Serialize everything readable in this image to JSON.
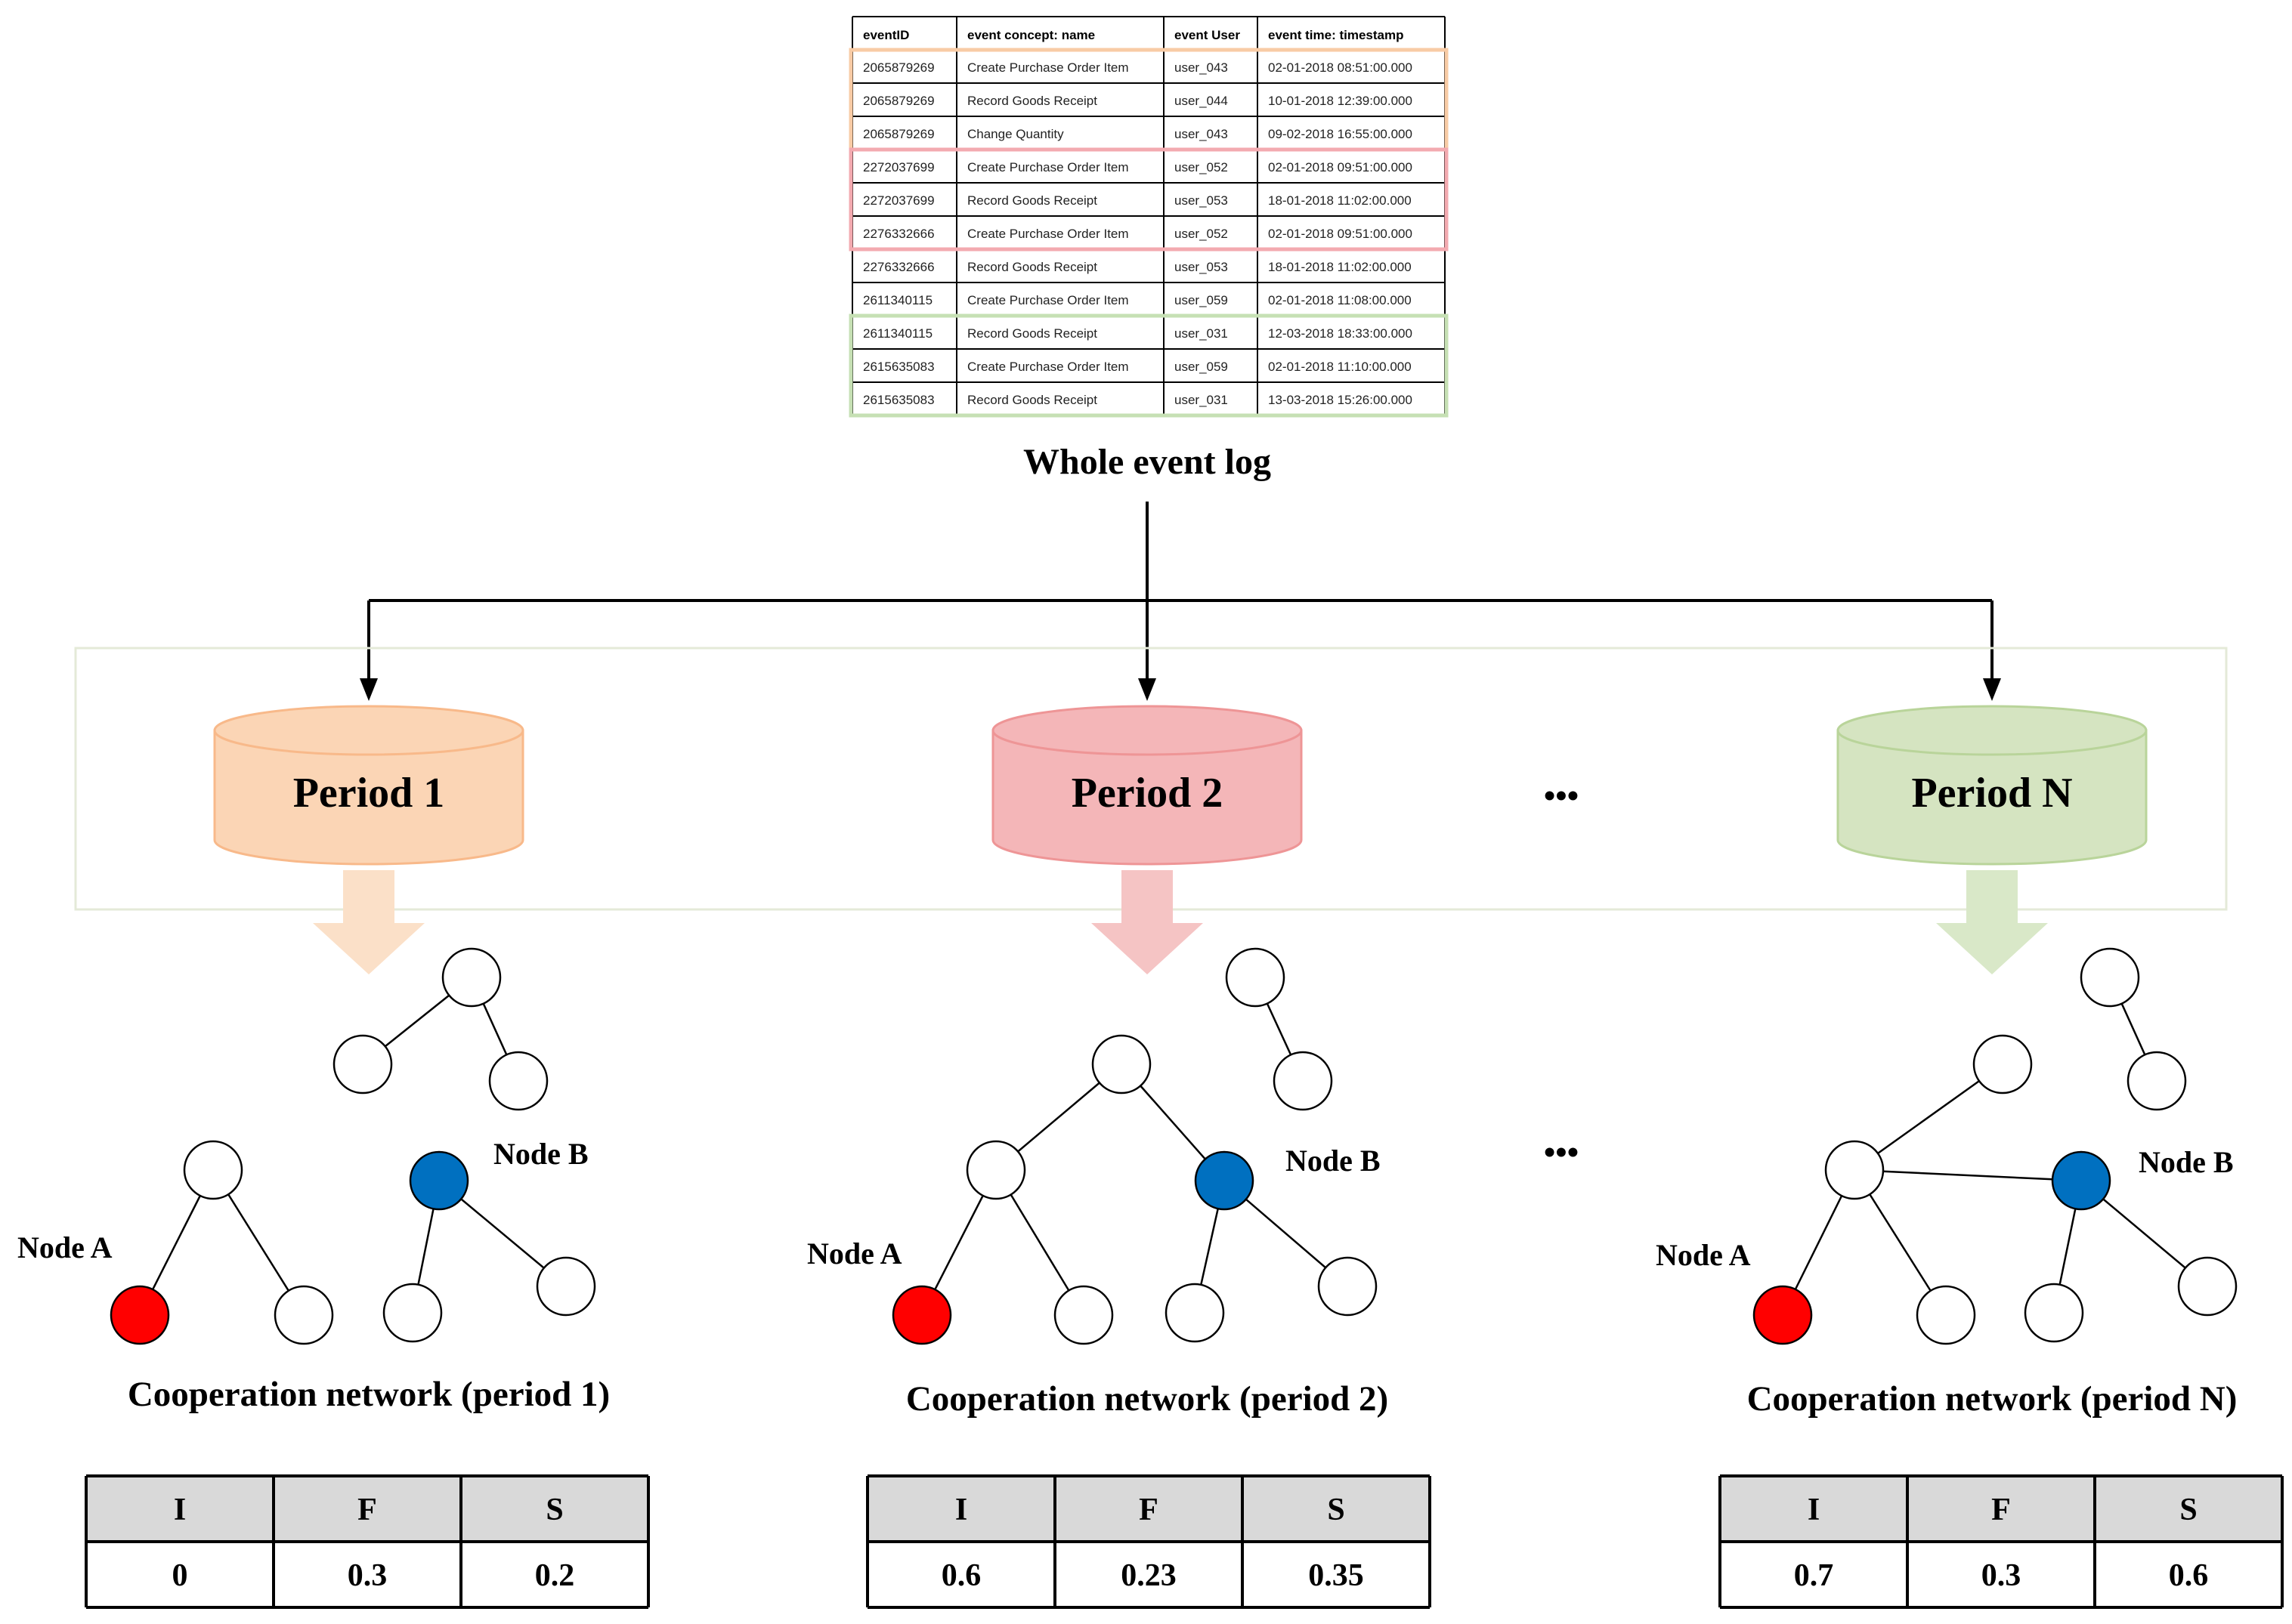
{
  "event_log": {
    "headers": [
      "eventID",
      "event concept: name",
      "event User",
      "event time: timestamp"
    ],
    "rows": [
      [
        "2065879269",
        "Create Purchase Order Item",
        "user_043",
        "02-01-2018 08:51:00.000"
      ],
      [
        "2065879269",
        "Record Goods Receipt",
        "user_044",
        "10-01-2018 12:39:00.000"
      ],
      [
        "2065879269",
        "Change Quantity",
        "user_043",
        "09-02-2018 16:55:00.000"
      ],
      [
        "2272037699",
        "Create Purchase Order Item",
        "user_052",
        "02-01-2018 09:51:00.000"
      ],
      [
        "2272037699",
        "Record Goods Receipt",
        "user_053",
        "18-01-2018 11:02:00.000"
      ],
      [
        "2276332666",
        "Create Purchase Order Item",
        "user_052",
        "02-01-2018 09:51:00.000"
      ],
      [
        "2276332666",
        "Record Goods Receipt",
        "user_053",
        "18-01-2018 11:02:00.000"
      ],
      [
        "2611340115",
        "Create Purchase Order Item",
        "user_059",
        "02-01-2018 11:08:00.000"
      ],
      [
        "2611340115",
        "Record Goods Receipt",
        "user_031",
        "12-03-2018 18:33:00.000"
      ],
      [
        "2615635083",
        "Create Purchase Order Item",
        "user_059",
        "02-01-2018 11:10:00.000"
      ],
      [
        "2615635083",
        "Record Goods Receipt",
        "user_031",
        "13-03-2018 15:26:00.000"
      ]
    ],
    "caption": "Whole event log"
  },
  "periods": [
    {
      "label": "Period 1",
      "fill": "#fbd5b5",
      "stroke": "#f8b98a",
      "arrow": "#fbe0c8",
      "network_caption": "Cooperation network (period 1)",
      "node_a": "Node A",
      "node_b": "Node B",
      "metrics": {
        "headers": [
          "I",
          "F",
          "S"
        ],
        "values": [
          "0",
          "0.3",
          "0.2"
        ]
      }
    },
    {
      "label": "Period 2",
      "fill": "#f4b6b8",
      "stroke": "#ee9596",
      "arrow": "#f5c4c4",
      "network_caption": "Cooperation network (period 2)",
      "node_a": "Node A",
      "node_b": "Node B",
      "metrics": {
        "headers": [
          "I",
          "F",
          "S"
        ],
        "values": [
          "0.6",
          "0.23",
          "0.35"
        ]
      }
    },
    {
      "label": "Period N",
      "fill": "#d5e4c1",
      "stroke": "#b9d49a",
      "arrow": "#d9e8c8",
      "network_caption": "Cooperation network (period N)",
      "node_a": "Node A",
      "node_b": "Node B",
      "metrics": {
        "headers": [
          "I",
          "F",
          "S"
        ],
        "values": [
          "0.7",
          "0.3",
          "0.6"
        ]
      }
    }
  ],
  "ellipsis": "•••",
  "colors": {
    "node_a": "#ff0000",
    "node_b": "#0070c0",
    "group_1_border": "#f8cba5",
    "group_2_border": "#f3aab0",
    "group_3_border": "#c6e0b4",
    "metrics_header_bg": "#d9d9d9",
    "panel_border": "#e4ead8"
  }
}
